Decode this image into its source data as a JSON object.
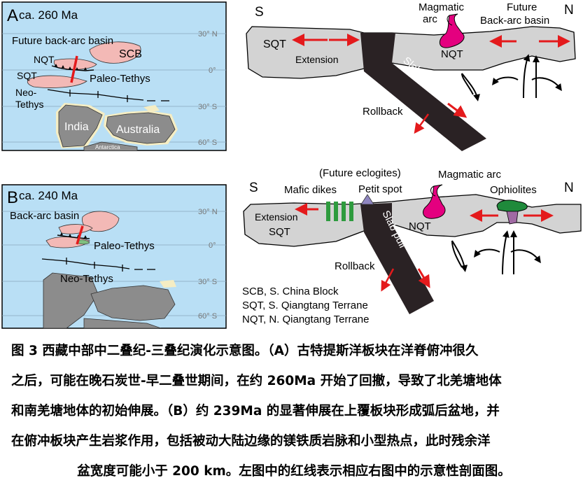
{
  "panel_a": {
    "letter": "A",
    "age": "ca. 260 Ma",
    "future_back_arc": "Future back-arc basin",
    "scb": "SCB",
    "nqt": "NQT",
    "sqt": "SQT",
    "paleo_tethys": "Paleo-Tethys",
    "neo_tethys_1": "Neo-",
    "neo_tethys_2": "Tethys",
    "india": "India",
    "australia": "Australia",
    "antarctica": "Antarctica",
    "lat": [
      "30° N",
      "0°",
      "30° S",
      "60° S"
    ]
  },
  "panel_b": {
    "letter": "B",
    "age": "ca. 240 Ma",
    "back_arc": "Back-arc basin",
    "paleo_tethys": "Paleo-Tethys",
    "neo_tethys": "Neo-Tethys",
    "lat": [
      "30° N",
      "0°",
      "30° S",
      "60° S"
    ]
  },
  "section_a": {
    "s": "S",
    "n": "N",
    "sqt": "SQT",
    "extension": "Extension",
    "magmatic_arc_1": "Magmatic",
    "magmatic_arc_2": "arc",
    "future_1": "Future",
    "future_2": "Back-arc basin",
    "nqt": "NQT",
    "slab_pull": "Slab pull",
    "rollback": "Rollback"
  },
  "section_b": {
    "s": "S",
    "n": "N",
    "future_eclogites": "(Future eclogites)",
    "mafic_dikes": "Mafic dikes",
    "petit_spot": "Petit spot",
    "magmatic_arc": "Magmatic arc",
    "ophiolites": "Ophiolites",
    "extension": "Extension",
    "sqt": "SQT",
    "nqt": "NQT",
    "slab_pull": "Slab pull",
    "rollback": "Rollback"
  },
  "legend": [
    "SCB, S. China Block",
    "SQT, S. Qiangtang Terrane",
    "NQT, N. Qiangtang Terrane"
  ],
  "caption": [
    "图 3  西藏中部中二叠纪-三叠纪演化示意图。（A）古特提斯洋板块在洋脊俯冲很久",
    "之后，可能在晚石炭世-早二叠世期间，在约 260Ma 开始了回撤，导致了北羌塘地体",
    "和南羌塘地体的初始伸展。（B）约 239Ma 的显著伸展在上覆板块形成弧后盆地，并",
    "在俯冲板块产生岩浆作用，包括被动大陆边缘的镁铁质岩脉和小型热点，此时残余洋",
    "盆宽度可能小于 200 km。左图中的红线表示相应右图中的示意性剖面图。"
  ],
  "colors": {
    "ocean": "#b9dff5",
    "terrane_pink": "#f3b9b6",
    "land_gray": "#8c8c8c",
    "coast_beige": "#f5edc3",
    "crust_gray": "#d3d3d3",
    "slab_black": "#2a2224",
    "arrow_red": "#e41a1c",
    "magma_pink": "#e4007f",
    "dike_green": "#2e9b3e",
    "ophiolite_green": "#1f8a3b",
    "petit_purple": "#8f86c0"
  }
}
